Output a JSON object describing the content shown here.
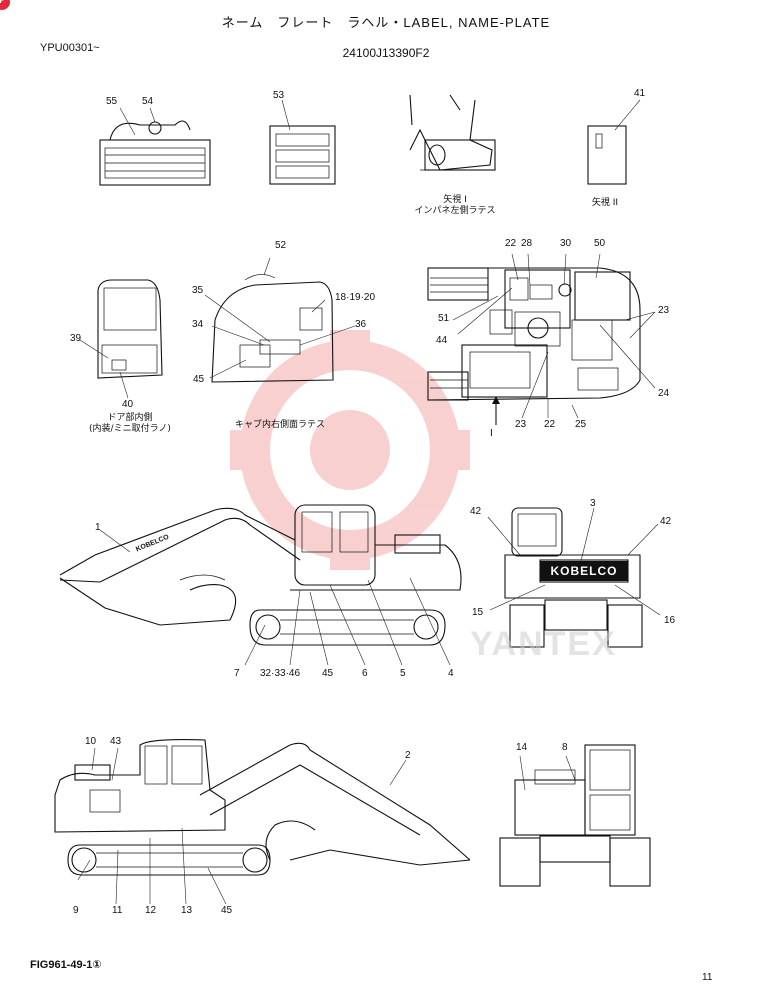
{
  "header": {
    "title": "ネーム　フレート　ラヘル・LABEL, NAME-PLATE",
    "serial": "YPU00301~",
    "part_no": "24100J13390F2"
  },
  "footer": {
    "figure": "FIG961-49-1①",
    "page": "11"
  },
  "captions": {
    "seat_view_line1": "矢視 I",
    "seat_view_line2": "インパネ左側ラテス",
    "box_view": "矢視 II",
    "door_line1": "ドア部内側",
    "door_line2": "(内装/ミニ取付ラノ)",
    "cab_side": "キャブ内右側面ラテス"
  },
  "callouts": {
    "c55": "55",
    "c54": "54",
    "c53": "53",
    "c41": "41",
    "c52": "52",
    "c22a": "22",
    "c28": "28",
    "c30": "30",
    "c50": "50",
    "c35": "35",
    "c18": "18·19·20",
    "c34": "34",
    "c36": "36",
    "c39": "39",
    "c40": "40",
    "c45a": "45",
    "c51": "51",
    "c44": "44",
    "c23a": "23",
    "c23b": "23",
    "c22b": "22",
    "c25": "25",
    "c24": "24",
    "arrow_i": "I",
    "c1": "1",
    "c42a": "42",
    "c3": "3",
    "c42b": "42",
    "c15": "15",
    "c16": "16",
    "c7": "7",
    "c32": "32·33·46",
    "c45b": "45",
    "c6": "6",
    "c5": "5",
    "c4": "4",
    "c10": "10",
    "c43": "43",
    "c2": "2",
    "c14": "14",
    "c8": "8",
    "c9": "9",
    "c11": "11",
    "c12": "12",
    "c13": "13",
    "c45c": "45"
  },
  "brand_plate": "KOBELCO",
  "boom_mark": "KOBELCO",
  "watermark": {
    "text": "YANTEX",
    "color": "#e85a5a"
  }
}
